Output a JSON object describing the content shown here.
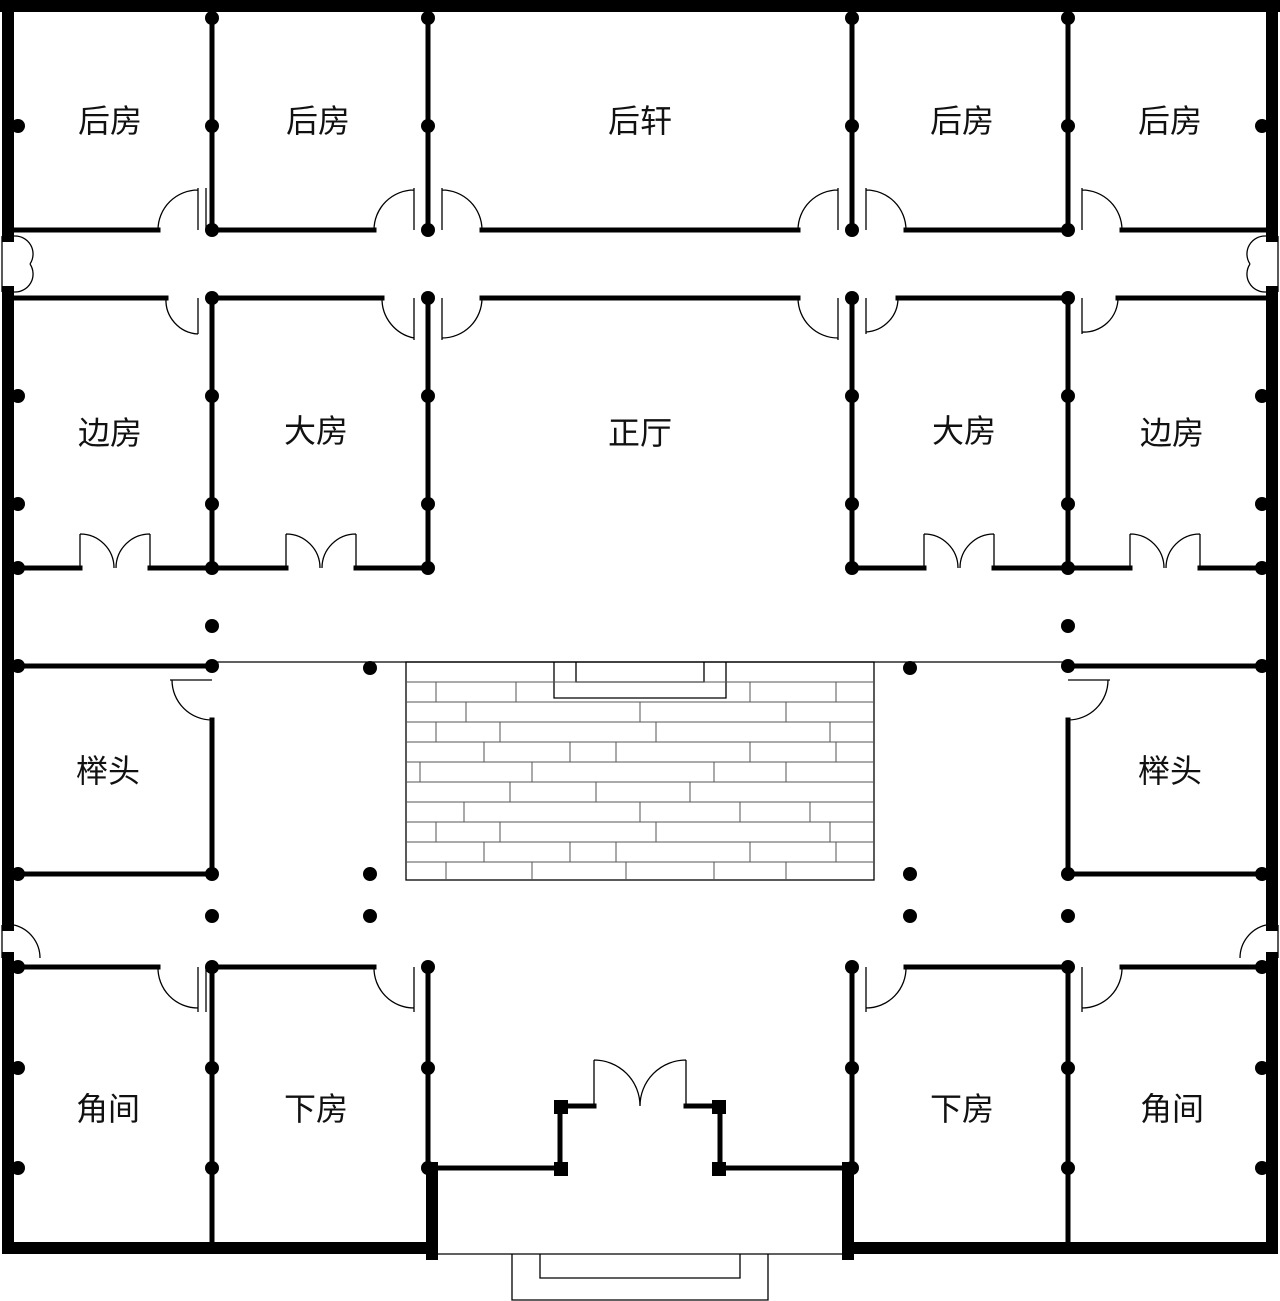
{
  "rooms": {
    "back_room_1": "后房",
    "back_room_2": "后房",
    "back_pavilion": "后轩",
    "back_room_3": "后房",
    "back_room_4": "后房",
    "side_room_left": "边房",
    "great_room_left": "大房",
    "main_hall": "正厅",
    "great_room_right": "大房",
    "side_room_right": "边房",
    "wing_left": "榉头",
    "wing_right": "榉头",
    "corner_room_left": "角间",
    "lower_room_left": "下房",
    "lower_room_right": "下房",
    "corner_room_right": "角间"
  },
  "colors": {
    "wall": "#000000",
    "background": "#ffffff",
    "paving": "#555555"
  }
}
